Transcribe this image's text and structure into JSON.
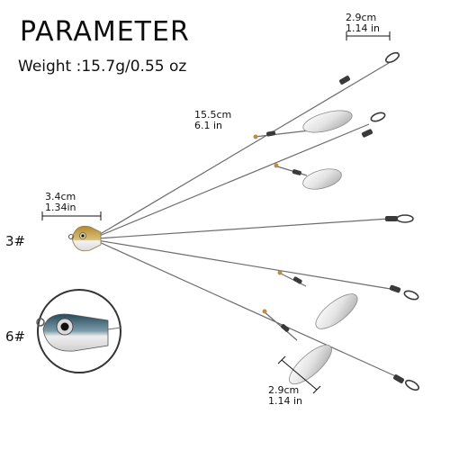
{
  "title": "PARAMETER",
  "weight": "Weight :15.7g/0.55 oz",
  "measurements": {
    "top_arm": {
      "cm": "2.9cm",
      "in": "1.14 in"
    },
    "arm_length": {
      "cm": "15.5cm",
      "in": "6.1 in"
    },
    "head": {
      "cm": "3.4cm",
      "in": "1.34in"
    },
    "bottom_arm": {
      "cm": "2.9cm",
      "in": "1.14 in"
    }
  },
  "models": {
    "small": "3#",
    "large": "6#"
  },
  "colors": {
    "wire": "#6d6d6d",
    "blade_light": "#f4f4f4",
    "blade_dark": "#a9a9a9",
    "swivel": "#3a3a3a",
    "bead": "#c28a4a",
    "head_gold": "#b58a2e",
    "head_white": "#f2f2f2",
    "zoom_circle": "#333333"
  }
}
